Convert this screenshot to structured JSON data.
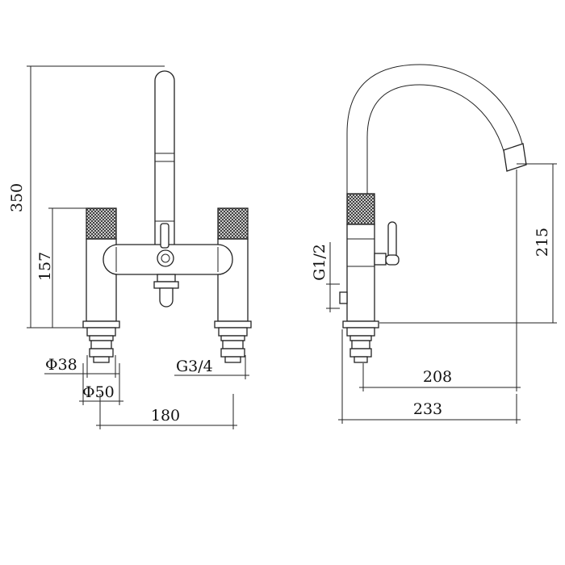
{
  "drawing": {
    "colors": {
      "line": "#222222",
      "knurl": "#333333",
      "background": "#ffffff"
    },
    "front_view": {
      "overall_height": "350",
      "deck_height": "157",
      "tail_diameter": "Φ38",
      "flange_diameter": "Φ50",
      "centres": "180",
      "inlet_thread": "G3/4"
    },
    "side_view": {
      "spout_height": "215",
      "handset_outlet": "G1/2",
      "spout_reach": "208",
      "overall_depth": "233"
    }
  }
}
